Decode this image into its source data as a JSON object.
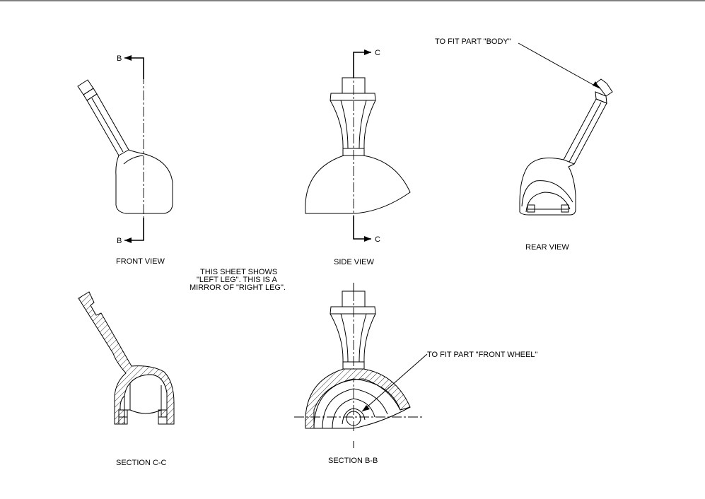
{
  "views": {
    "front": "FRONT VIEW",
    "side": "SIDE VIEW",
    "rear": "REAR VIEW",
    "section_cc": "SECTION C-C",
    "section_bb": "SECTION B-B"
  },
  "section_markers": {
    "b_top": "B",
    "b_bottom": "B",
    "c_top": "C",
    "c_bottom": "C"
  },
  "callouts": {
    "body": "TO FIT PART \"BODY\"",
    "front_wheel": "TO FIT PART \"FRONT WHEEL\""
  },
  "note": {
    "line1": "THIS SHEET SHOWS",
    "line2": "\"LEFT LEG\". THIS IS A",
    "line3": "MIRROR OF \"RIGHT LEG\"."
  },
  "colors": {
    "line": "#000000",
    "background": "#ffffff"
  }
}
